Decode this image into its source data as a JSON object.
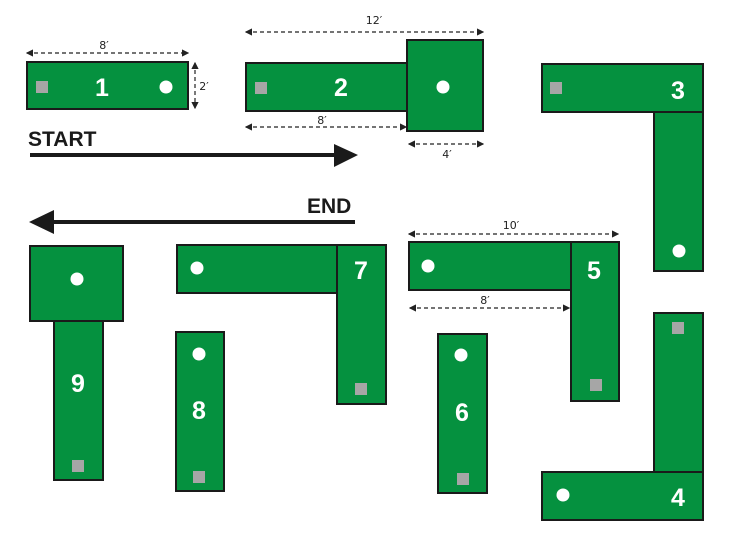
{
  "labels": {
    "start": "START",
    "end": "END"
  },
  "holes": [
    {
      "number": "1"
    },
    {
      "number": "2"
    },
    {
      "number": "3"
    },
    {
      "number": "4"
    },
    {
      "number": "5"
    },
    {
      "number": "6"
    },
    {
      "number": "7"
    },
    {
      "number": "8"
    },
    {
      "number": "9"
    }
  ],
  "dimensions": {
    "hole1_length": "8′",
    "hole1_width": "2′",
    "hole2_total": "12′",
    "hole2_fairway": "8′",
    "hole2_green": "4′",
    "hole5_total": "10′",
    "hole5_fairway": "8′"
  },
  "colors": {
    "green": "#05913f",
    "tee": "#a6a6a6",
    "cup": "#ffffff"
  }
}
